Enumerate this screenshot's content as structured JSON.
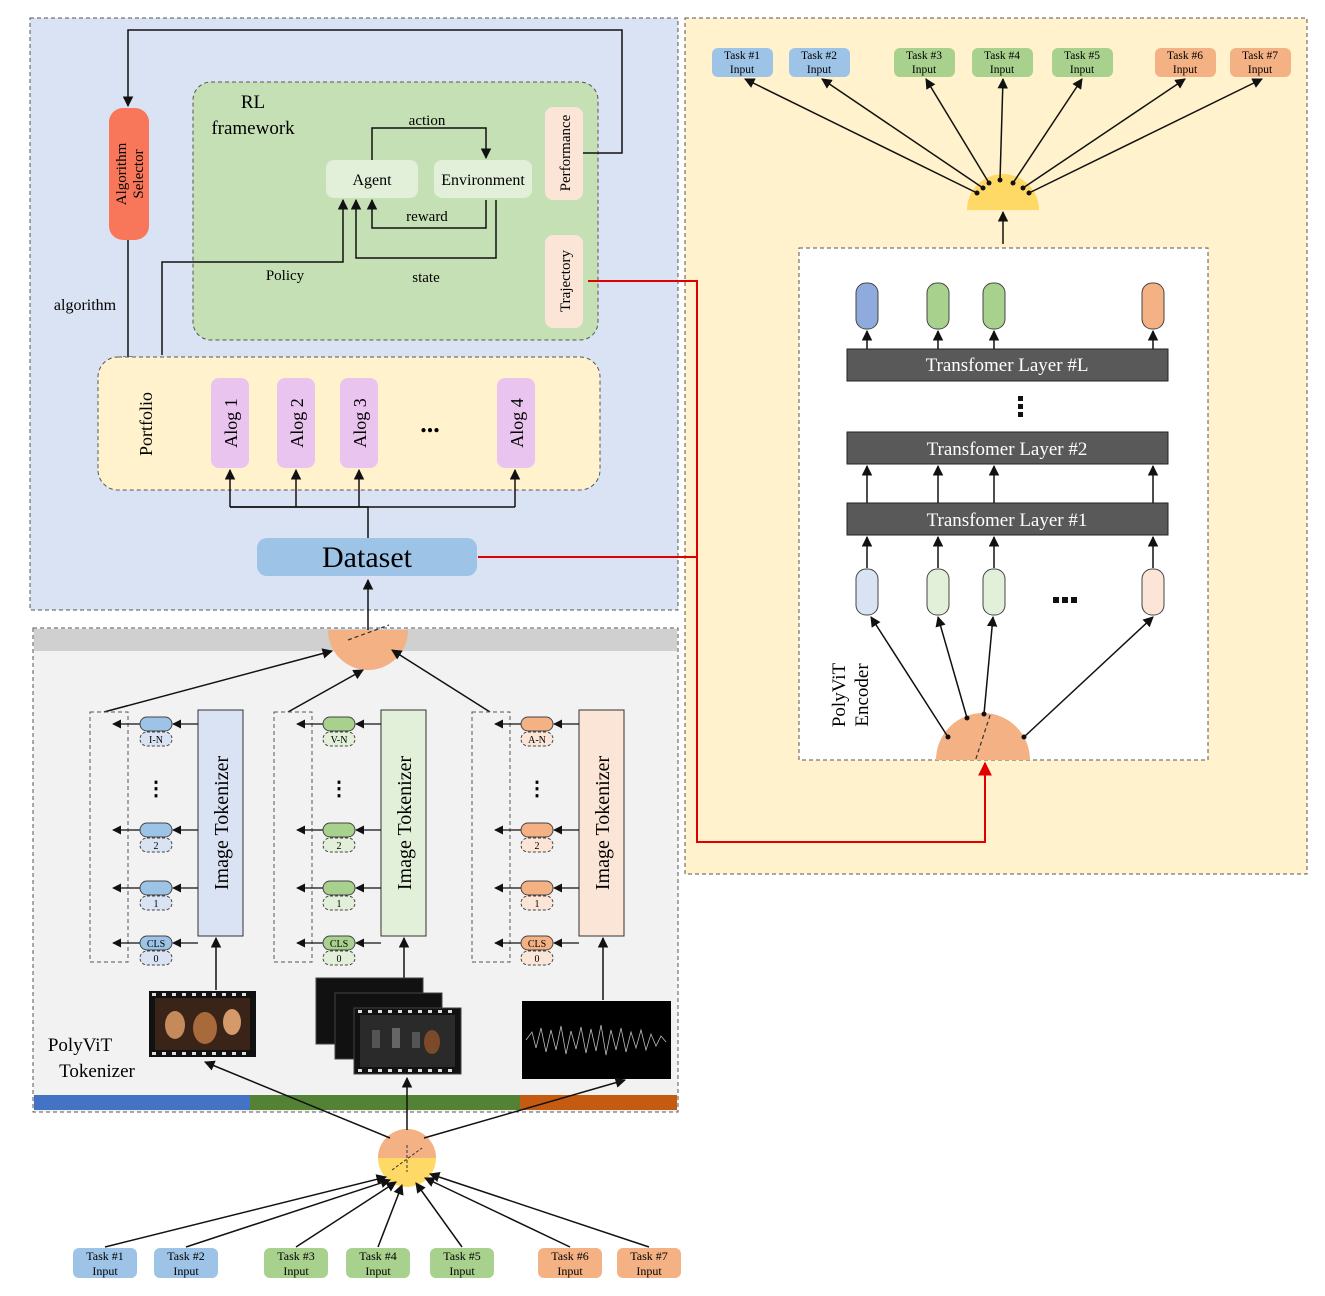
{
  "rl": {
    "title_line1": "RL",
    "title_line2": "framework",
    "action": "action",
    "agent": "Agent",
    "environment": "Environment",
    "reward": "reward",
    "state": "state",
    "policy": "Policy",
    "performance": "Performance",
    "trajectory": "Trajectory"
  },
  "selector": {
    "line1": "Algorithm",
    "line2": "Selector",
    "algorithm_label": "algorithm"
  },
  "portfolio": {
    "label": "Portfolio",
    "algos": [
      "Alog 1",
      "Alog 2",
      "Alog 3",
      "Alog 4"
    ],
    "ellipsis": "..."
  },
  "dataset": "Dataset",
  "tasks": [
    {
      "line1": "Task #1",
      "line2": "Input"
    },
    {
      "line1": "Task #2",
      "line2": "Input"
    },
    {
      "line1": "Task #3",
      "line2": "Input"
    },
    {
      "line1": "Task #4",
      "line2": "Input"
    },
    {
      "line1": "Task #5",
      "line2": "Input"
    },
    {
      "line1": "Task #6",
      "line2": "Input"
    },
    {
      "line1": "Task #7",
      "line2": "Input"
    }
  ],
  "encoder": {
    "label_line1": "PolyViT",
    "label_line2": "Encoder",
    "layers": [
      "Transfomer Layer #L",
      "Transfomer Layer #2",
      "Transfomer Layer #1"
    ],
    "ellipsis_dots": "...",
    "vertical_dots": ":"
  },
  "tokenizer": {
    "label_line1": "PolyViT",
    "label_line2": "Tokenizer",
    "block_label": "Image Tokenizer",
    "columns": [
      {
        "tokens": [
          "I-N",
          "2",
          "1",
          "CLS",
          "0"
        ]
      },
      {
        "tokens": [
          "V-N",
          "2",
          "1",
          "CLS",
          "0"
        ]
      },
      {
        "tokens": [
          "A-N",
          "2",
          "1",
          "CLS",
          "0"
        ]
      }
    ],
    "vdots": "⋮"
  },
  "colors": {
    "blue_task": "#9dc3e6",
    "green_task": "#a9d18e",
    "orange_task": "#f4b183",
    "rl_panel": "#c5e0b4",
    "outer_left": "#dae3f3",
    "outer_right": "#fff2cc",
    "selector": "#f8775a",
    "algo": "#e8c4ef",
    "dataset": "#9dc3e6",
    "layer": "#595959",
    "red_line": "#e00000"
  }
}
